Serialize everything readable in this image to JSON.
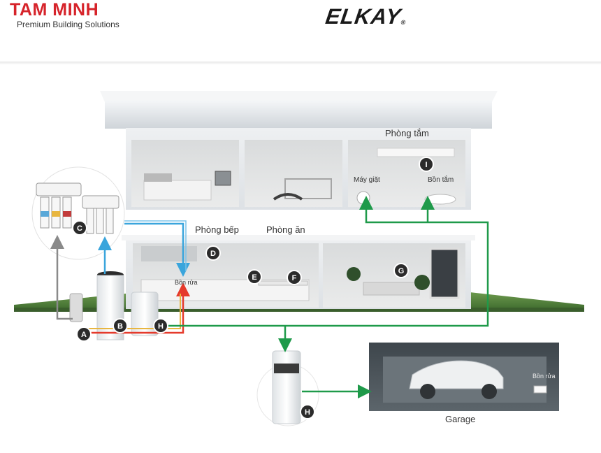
{
  "header": {
    "brand_name": "TAM MINH",
    "brand_tagline": "Premium Building Solutions",
    "partner_logo": "ELKAY",
    "partner_mark": "®"
  },
  "rooms": {
    "bathroom": "Phòng tắm",
    "washing_machine": "Máy giặt",
    "bathtub": "Bồn tắm",
    "kitchen": "Phòng bếp",
    "dining": "Phòng ăn",
    "kitchen_sink": "Bồn rửa",
    "garage": "Garage",
    "garage_sink": "Bồn rửa"
  },
  "markers": [
    "A",
    "B",
    "C",
    "D",
    "E",
    "F",
    "G",
    "H",
    "H",
    "I"
  ],
  "colors": {
    "brand_red": "#d6232a",
    "filtered_blue": "#3aa5dc",
    "soft_green": "#1f9a4a",
    "hot_red": "#e53a2c",
    "pipe_grey": "#8a8a8a",
    "lawn": "#4f7a3a"
  }
}
